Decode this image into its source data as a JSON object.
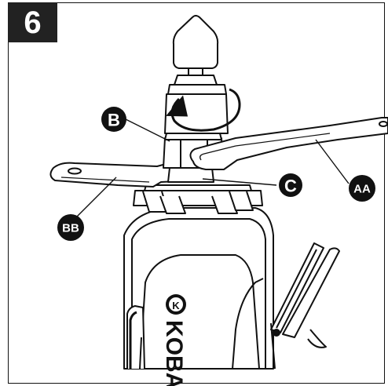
{
  "step": {
    "number": "6"
  },
  "callouts": {
    "b": "B",
    "c": "C",
    "aa": "AA",
    "bb": "BB"
  },
  "tool": {
    "brand": "KOBA",
    "logo_letter": "K"
  },
  "colors": {
    "line": "#111111",
    "badge": "#222222",
    "callout_fill": "#111111",
    "background": "#ffffff"
  },
  "icons": {
    "rotation": "clockwise-arrow-icon"
  }
}
